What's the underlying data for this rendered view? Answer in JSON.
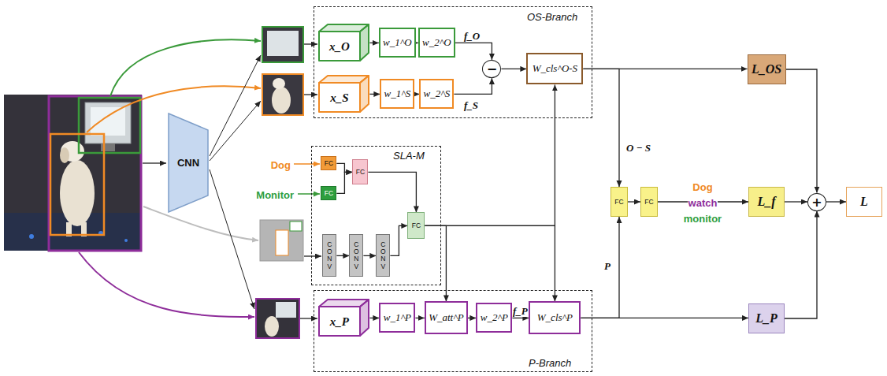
{
  "diagram": {
    "nodes": [
      {
        "text": [
          "OS-Branch"
        ]
      },
      {
        "text": [
          "x_O"
        ],
        "in": 0
      },
      {
        "text": [
          "w_1^O"
        ],
        "in": 0
      },
      {
        "text": [
          "w_2^O"
        ],
        "in": 0
      },
      {
        "text": [
          "x_S"
        ],
        "in": 0
      },
      {
        "text": [
          "w_1^S"
        ],
        "in": 0
      },
      {
        "text": [
          "w_2^S"
        ],
        "in": 0
      },
      {
        "text": [
          "−"
        ],
        "in": 0
      },
      {
        "text": [
          "W_cls^O-S"
        ],
        "in": 0
      },
      {
        "text": [
          "CNN"
        ]
      },
      {
        "text": [
          "SLA-M"
        ]
      },
      {
        "text": [
          "FC"
        ],
        "in": 10
      },
      {
        "text": [
          "FC"
        ],
        "in": 10
      },
      {
        "text": [
          "FC"
        ],
        "in": 10
      },
      {
        "text": [
          "CONV"
        ],
        "in": 10
      },
      {
        "text": [
          "CONV"
        ],
        "in": 10
      },
      {
        "text": [
          "CONV"
        ],
        "in": 10
      },
      {
        "text": [
          "FC"
        ],
        "in": 10
      },
      {
        "text": [
          "FC"
        ]
      },
      {
        "text": [
          "FC"
        ]
      },
      {
        "text": [
          "P-Branch"
        ]
      },
      {
        "text": [
          "x_P"
        ],
        "in": 20
      },
      {
        "text": [
          "w_1^P"
        ],
        "in": 20
      },
      {
        "text": [
          "W_att^P"
        ],
        "in": 20
      },
      {
        "text": [
          "w_2^P"
        ],
        "in": 20
      },
      {
        "text": [
          "W_cls^P"
        ],
        "in": 20
      },
      {
        "text": [
          "L_OS"
        ]
      },
      {
        "text": [
          "L_f"
        ]
      },
      {
        "text": [
          "L_P"
        ]
      },
      {
        "text": [
          "+"
        ]
      },
      {
        "text": [
          "L"
        ]
      }
    ],
    "edges": [
      {
        "from": 1,
        "to": 2,
        "arrow": "to"
      },
      {
        "from": 2,
        "to": 3,
        "arrow": "to"
      },
      {
        "from": 3,
        "to": 7,
        "label": "f_O",
        "arrow": "to"
      },
      {
        "from": 4,
        "to": 5,
        "arrow": "to"
      },
      {
        "from": 5,
        "to": 6,
        "arrow": "to"
      },
      {
        "from": 6,
        "to": 7,
        "label": "f_S",
        "arrow": "to"
      },
      {
        "from": 7,
        "to": 8,
        "arrow": "to"
      },
      {
        "from": 8,
        "to": 26,
        "arrow": "to"
      },
      {
        "from": 8,
        "to": 18,
        "label": "O − S",
        "arrow": "to"
      },
      {
        "from": 11,
        "to": 13,
        "arrow": "to"
      },
      {
        "from": 12,
        "to": 13,
        "arrow": "to"
      },
      {
        "from": 13,
        "to": 17,
        "arrow": "to"
      },
      {
        "from": 14,
        "to": 15,
        "arrow": "to"
      },
      {
        "from": 15,
        "to": 16,
        "arrow": "to"
      },
      {
        "from": 16,
        "to": 17,
        "arrow": "to"
      },
      {
        "from": 17,
        "to": 23,
        "arrow": "to"
      },
      {
        "from": 17,
        "to": 8,
        "arrow": "to"
      },
      {
        "from": 17,
        "to": 25,
        "arrow": "to"
      },
      {
        "from": 21,
        "to": 22,
        "arrow": "to"
      },
      {
        "from": 22,
        "to": 23,
        "arrow": "to"
      },
      {
        "from": 23,
        "to": 24,
        "arrow": "to"
      },
      {
        "from": 24,
        "to": 25,
        "label": "f_P",
        "arrow": "to"
      },
      {
        "from": 25,
        "to": 18,
        "label": "P",
        "arrow": "to"
      },
      {
        "from": 25,
        "to": 28,
        "arrow": "to"
      },
      {
        "from": 18,
        "to": 19,
        "arrow": "to"
      },
      {
        "from": 19,
        "to": 27,
        "arrow": "to"
      },
      {
        "from": 26,
        "to": 29,
        "arrow": "to"
      },
      {
        "from": 27,
        "to": 29,
        "arrow": "to"
      },
      {
        "from": 28,
        "to": 29,
        "arrow": "to"
      },
      {
        "from": 29,
        "to": 30,
        "arrow": "to"
      }
    ],
    "labels": [
      "Dog",
      "Monitor",
      "Dog",
      "watch",
      "monitor"
    ]
  }
}
